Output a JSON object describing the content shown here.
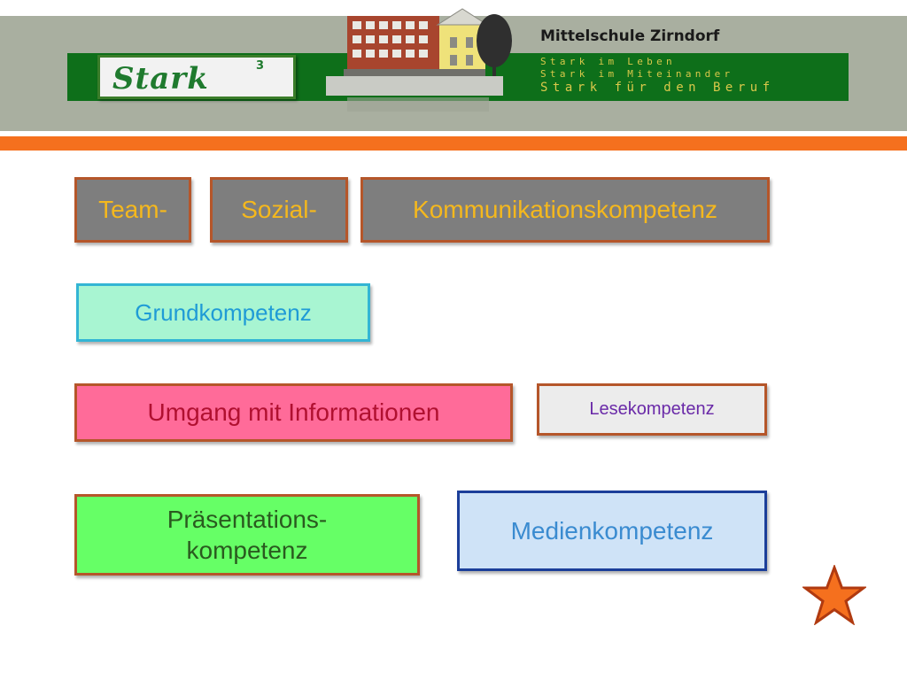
{
  "header": {
    "school_name": "Mittelschule Zirndorf",
    "logo": {
      "text": "Stark",
      "superscript": "3"
    },
    "motto": [
      "Stark im Leben",
      "Stark im Miteinander",
      "Stark für den Beruf"
    ]
  },
  "boxes": {
    "team": "Team-",
    "sozial": "Sozial-",
    "kommunikation": "Kommunikationskompetenz",
    "grund": "Grundkompetenz",
    "umgang": "Umgang mit Informationen",
    "lese": "Lesekompetenz",
    "praesentation_line1": "Präsentations-",
    "praesentation_line2": "kompetenz",
    "medien": "Medienkompetenz"
  },
  "icons": {
    "building": "school-building-icon",
    "star": "star-icon"
  },
  "colors": {
    "header_band": "#a9afa0",
    "green_band": "#0e6f1a",
    "orange_bar": "#f5701e",
    "motto_text": "#d9c84a",
    "star_fill": "#f5701e",
    "star_stroke": "#b03a10"
  }
}
